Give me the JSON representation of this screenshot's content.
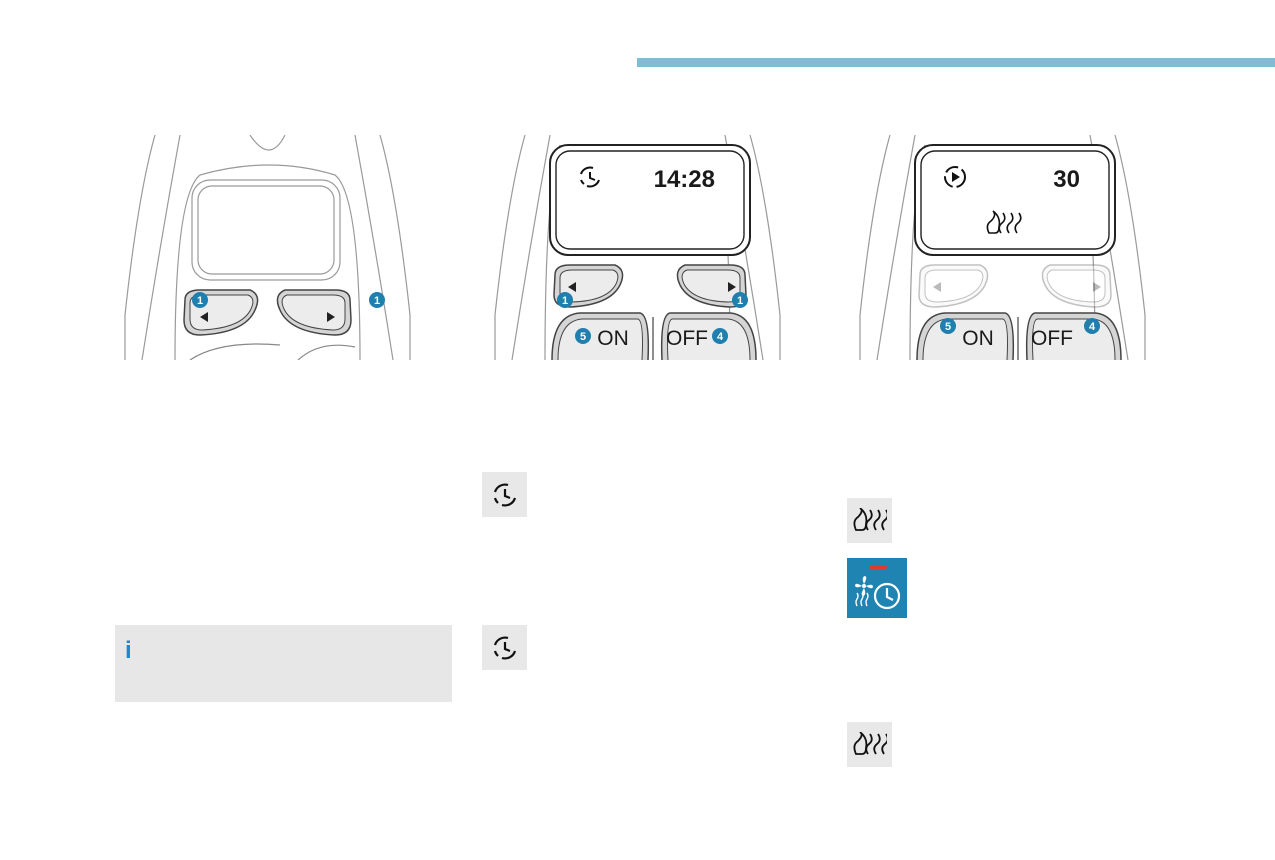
{
  "colors": {
    "header_bar": "#7fbcd6",
    "badge": "#1f7fae",
    "info_icon": "#1a8ad0",
    "icon_tile_bg": "#e8e8e8",
    "icon_tile_blue": "#1f84b2",
    "info_box_bg": "#e7e7e7"
  },
  "illustrations": [
    {
      "display": {
        "line1": "",
        "line2": ""
      },
      "left_badge": "1",
      "right_badge": "1",
      "on_badge": "",
      "off_badge": "",
      "on_label": "",
      "off_label": ""
    },
    {
      "display": {
        "icon": "timer-icon",
        "line1": "14:28",
        "line2": ""
      },
      "left_badge": "1",
      "right_badge": "1",
      "on_badge": "5",
      "off_badge": "4",
      "on_label": "ON",
      "off_label": "OFF"
    },
    {
      "display": {
        "icon": "timer-active-icon",
        "line1": "30",
        "line2": "heating-icon"
      },
      "left_badge": "",
      "right_badge": "",
      "on_badge": "5",
      "off_badge": "4",
      "on_label": "ON",
      "off_label": "OFF"
    }
  ],
  "info_box": {
    "icon_text": "i"
  },
  "side_icons": [
    "timer-icon",
    "timer-icon",
    "heating-icon",
    "ventilation-timer-icon",
    "heating-icon"
  ]
}
